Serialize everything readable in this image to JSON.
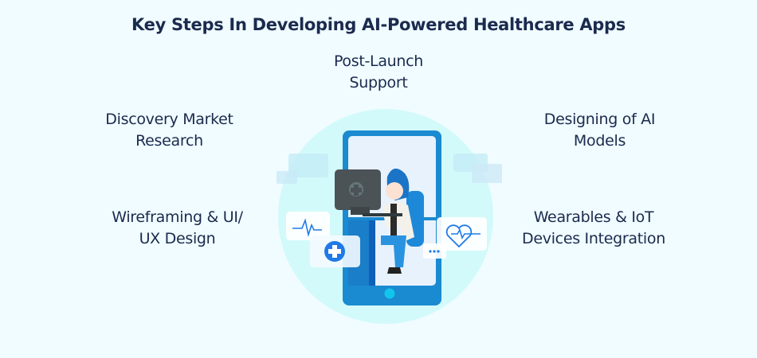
{
  "title": "Key Steps In Developing AI-Powered Healthcare Apps",
  "steps": [
    {
      "line1": "Post-Launch",
      "line2": "Support"
    },
    {
      "line1": "Discovery Market",
      "line2": "Research"
    },
    {
      "line1": "Designing of AI",
      "line2": "Models"
    },
    {
      "line1": "Wireframing & UI/",
      "line2": "UX Design"
    },
    {
      "line1": "Wearables & IoT",
      "line2": "Devices Integration"
    }
  ],
  "colors": {
    "background": "#f0fcff",
    "text": "#1b2a4e",
    "circle": "#d3fafa",
    "phone": "#1a8ad1",
    "accent": "#1f7ae8"
  }
}
